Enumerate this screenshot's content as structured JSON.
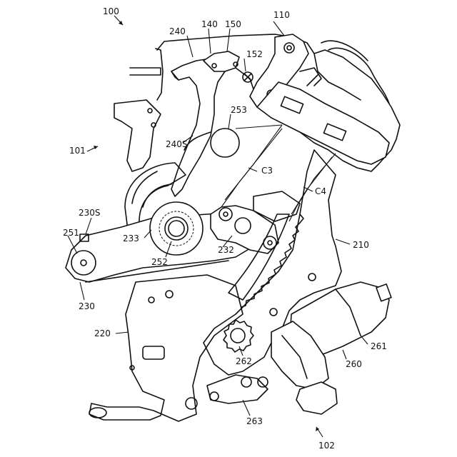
{
  "figure": {
    "labels": {
      "l100": "100",
      "l110": "110",
      "l140": "140",
      "l150": "150",
      "l152": "152",
      "l240": "240",
      "l253": "253",
      "l240s": "240S",
      "l101": "101",
      "lc3": "C3",
      "lc4": "C4",
      "l230s": "230S",
      "l251": "251",
      "l233": "233",
      "l232": "232",
      "l252": "252",
      "l210": "210",
      "l230": "230",
      "l220": "220",
      "l262": "262",
      "l261": "261",
      "l260": "260",
      "l263": "263",
      "l102": "102"
    }
  }
}
